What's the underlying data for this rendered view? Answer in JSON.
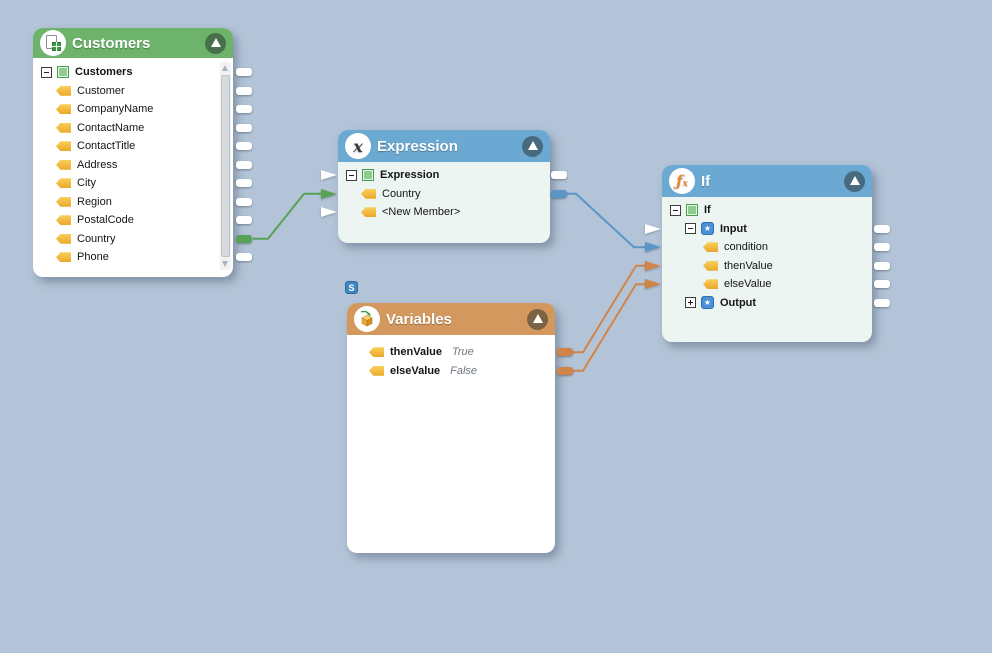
{
  "colors": {
    "background": "#b3c4d8",
    "header_green": "#6db36b",
    "header_blue": "#6ba9d3",
    "header_orange": "#d2985e",
    "line_green": "#57a257",
    "line_blue": "#5b96c8",
    "line_orange": "#d08448",
    "tag_yellow": "#f5c242",
    "body_tint": "#ecf5f1"
  },
  "nodes": {
    "customers": {
      "title": "Customers",
      "icon": "excel-file-icon",
      "items": [
        {
          "label": "Customers"
        },
        {
          "label": "Customer"
        },
        {
          "label": "CompanyName"
        },
        {
          "label": "ContactName"
        },
        {
          "label": "ContactTitle"
        },
        {
          "label": "Address"
        },
        {
          "label": "City"
        },
        {
          "label": "Region"
        },
        {
          "label": "PostalCode"
        },
        {
          "label": "Country"
        },
        {
          "label": "Phone"
        }
      ]
    },
    "expression": {
      "title": "Expression",
      "icon": "expression-x-icon",
      "items": [
        {
          "label": "Expression"
        },
        {
          "label": "Country"
        },
        {
          "label": "<New Member>"
        }
      ]
    },
    "if": {
      "title": "If",
      "icon": "function-fx-icon",
      "items": [
        {
          "label": "If"
        },
        {
          "label": "Input"
        },
        {
          "label": "condition"
        },
        {
          "label": "thenValue"
        },
        {
          "label": "elseValue"
        },
        {
          "label": "Output"
        }
      ]
    },
    "variables": {
      "title": "Variables",
      "icon": "variables-box-icon",
      "badge": "S",
      "items": [
        {
          "label": "thenValue",
          "value": "True"
        },
        {
          "label": "elseValue",
          "value": "False"
        }
      ]
    }
  }
}
